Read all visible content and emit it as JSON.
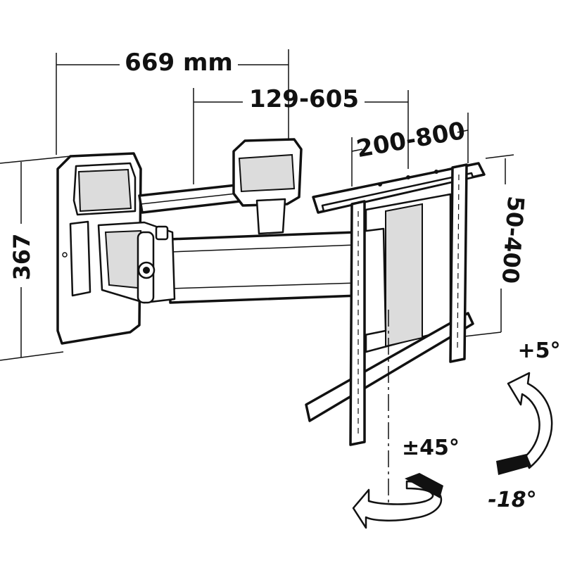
{
  "dimensions": {
    "total_depth": "669 mm",
    "arm_extension": "129-605",
    "horizontal_vesa": "200-800",
    "vertical_vesa": "50-400",
    "wall_plate_height": "367"
  },
  "rotation": {
    "swivel": "±45°",
    "tilt_up": "+5°",
    "tilt_down": "-18°"
  }
}
